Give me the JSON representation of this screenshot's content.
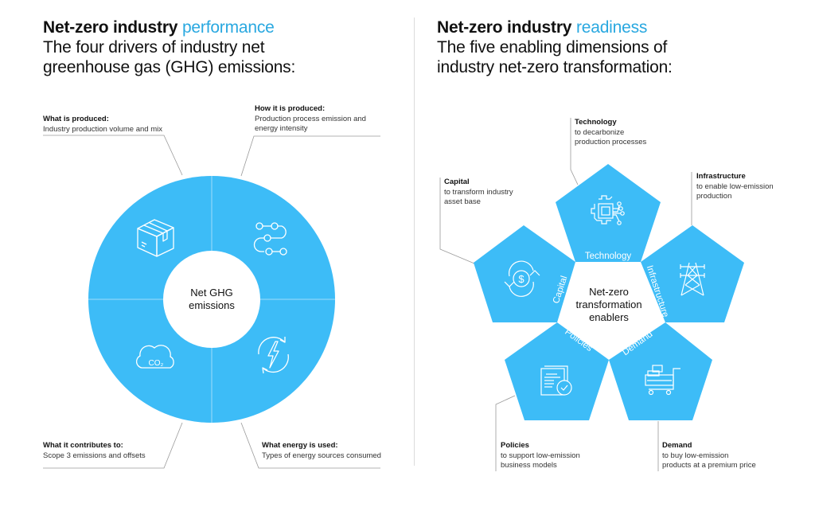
{
  "colors": {
    "accent": "#3DBCF7",
    "accent_text": "#29A8E0",
    "leader_line": "#9a9a9a",
    "divider": "#dcdcdc"
  },
  "left": {
    "title_bold": "Net-zero industry",
    "title_accent": "performance",
    "subtitle_line1": "The four drivers of industry net",
    "subtitle_line2": "greenhouse gas (GHG) emissions:",
    "center_line1": "Net GHG",
    "center_line2": "emissions",
    "drivers": [
      {
        "heading": "What is produced:",
        "text": "Industry production volume and mix",
        "icon": "package-box-icon"
      },
      {
        "heading": "How it is produced:",
        "text_line1": "Production process emission and",
        "text_line2": "energy intensity",
        "icon": "process-flow-icon"
      },
      {
        "heading": "What it contributes to:",
        "text": "Scope 3 emissions and offsets",
        "icon": "co2-cloud-icon",
        "icon_text": "CO₂"
      },
      {
        "heading": "What energy is used:",
        "text": "Types of energy sources consumed",
        "icon": "renewable-energy-icon"
      }
    ]
  },
  "right": {
    "title_bold": "Net-zero industry",
    "title_accent": "readiness",
    "subtitle_line1": "The five enabling dimensions of",
    "subtitle_line2": "industry net-zero transformation:",
    "center_line1": "Net-zero",
    "center_line2": "transformation",
    "center_line3": "enablers",
    "enablers": [
      {
        "name": "Technology",
        "desc_line1": "to decarbonize",
        "desc_line2": "production processes",
        "icon": "chip-gear-icon"
      },
      {
        "name": "Infrastructure",
        "desc_line1": "to enable low-emission",
        "desc_line2": "production",
        "icon": "power-pylon-icon"
      },
      {
        "name": "Demand",
        "desc_line1": "to buy low-emission",
        "desc_line2": "products at a premium price",
        "icon": "shopping-cart-icon"
      },
      {
        "name": "Policies",
        "desc_line1": "to support low-emission",
        "desc_line2": "business models",
        "icon": "document-check-icon"
      },
      {
        "name": "Capital",
        "desc_line1": "to transform industry",
        "desc_line2": "asset base",
        "icon": "dollar-cycle-icon"
      }
    ]
  }
}
